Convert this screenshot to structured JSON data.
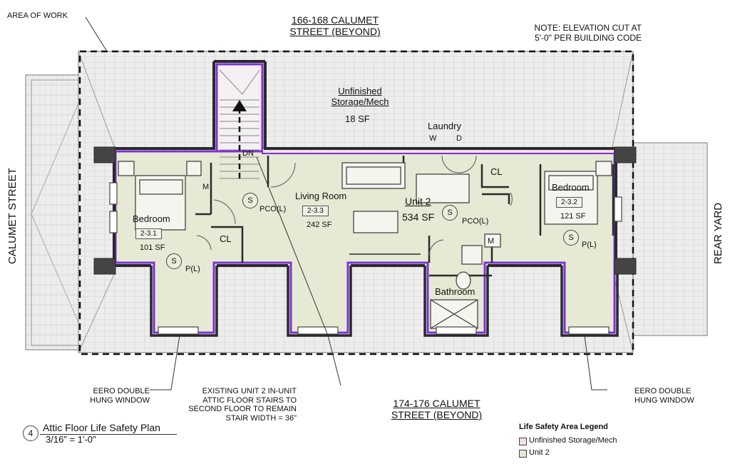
{
  "notes": {
    "area_of_work": "AREA OF WORK",
    "elevation_line1": "NOTE: ELEVATION CUT AT",
    "elevation_line2": "5'-0\" PER BUILDING CODE"
  },
  "streets": {
    "top_line1": "166-168 CALUMET",
    "top_line2": "STREET (BEYOND)",
    "bottom_line1": "174-176 CALUMET",
    "bottom_line2": "STREET (BEYOND)",
    "left": "CALUMET STREET",
    "right": "REAR YARD"
  },
  "rooms": {
    "storage_line1": "Unfinished",
    "storage_line2": "Storage/Mech",
    "storage_area": "18 SF",
    "laundry": "Laundry",
    "washer": "W",
    "dryer": "D",
    "living_room": "Living Room",
    "living_tag": "2-3.3",
    "living_area": "242 SF",
    "unit": "Unit 2",
    "unit_area": "534 SF",
    "bedroom_left": "Bedroom",
    "bedroom_left_tag": "2-3.1",
    "bedroom_left_area": "101 SF",
    "bedroom_right": "Bedroom",
    "bedroom_right_tag": "2-3.2",
    "bedroom_right_area": "121 SF",
    "bathroom": "Bathroom",
    "closet_left": "CL",
    "closet_right": "CL",
    "stair_dn": "DN",
    "m1": "M",
    "m2": "M"
  },
  "symbols": {
    "smoke": "S",
    "pco": "PCO(L)",
    "p": "P(L)"
  },
  "callouts": {
    "window_left_line1": "EERO DOUBLE",
    "window_left_line2": "HUNG WINDOW",
    "window_right_line1": "EERO DOUBLE",
    "window_right_line2": "HUNG WINDOW",
    "stair_line1": "EXISTING UNIT 2  IN-UNIT",
    "stair_line2": "ATTIC FLOOR STAIRS TO",
    "stair_line3": "SECOND FLOOR TO REMAIN",
    "stair_line4": "STAIR WIDTH = 36\""
  },
  "title_block": {
    "number": "4",
    "title": "Attic Floor Life Safety Plan",
    "scale": "3/16\" = 1'-0\""
  },
  "legend": {
    "title": "Life Safety Area Legend",
    "items": [
      {
        "label": "Unfinished Storage/Mech",
        "color": "#f4dcef"
      },
      {
        "label": "Unit 2",
        "color": "#e6e9d3"
      }
    ]
  },
  "colors": {
    "unit_fill": "#e6e9d3",
    "boundary": "#7c33d6",
    "roof_fill": "#ececec",
    "wall": "#2a2a2a"
  }
}
